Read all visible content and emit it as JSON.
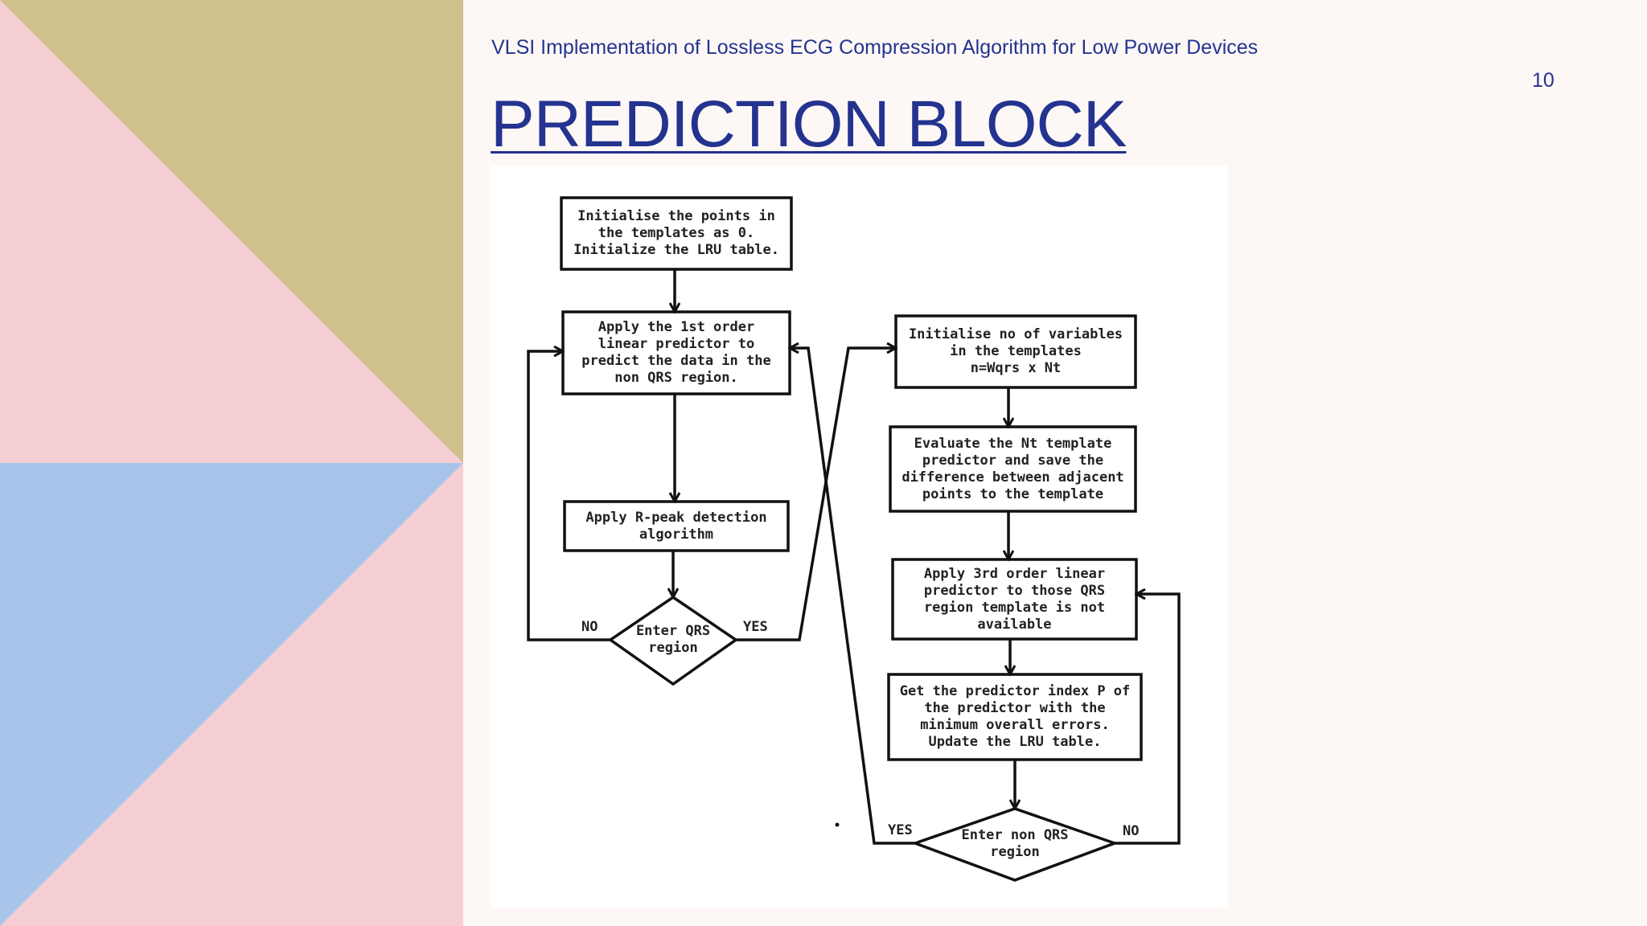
{
  "header": {
    "subtitle": "VLSI Implementation of Lossless ECG Compression Algorithm for Low Power Devices",
    "page_number": "10"
  },
  "slide": {
    "title": "PREDICTION BLOCK"
  },
  "colors": {
    "title_blue": "#24338f",
    "deco_gold": "#cfc08c",
    "deco_pink": "#f5cfd4",
    "deco_blue": "#a9c4ea",
    "background": "#fdf8f6"
  },
  "flowchart": {
    "init_box": "Initialise the points in\nthe templates as 0.\nInitialize the LRU table.",
    "first_order_box": "Apply the 1st order\nlinear predictor to\npredict the data in the\nnon QRS region.",
    "rpeak_box": "Apply R-peak detection\nalgorithm",
    "enter_qrs_diamond": "Enter QRS\nregion",
    "no_left": "NO",
    "yes_left": "YES",
    "init_vars_box": "Initialise no of variables\nin the templates\nn=Wqrs x Nt",
    "evaluate_box": "Evaluate the Nt template\npredictor and save the\ndifference between adjacent\npoints to the template",
    "third_order_box": "Apply 3rd order linear\npredictor to those QRS\nregion template is not\navailable",
    "predictor_index_box": "Get the predictor index P of\nthe predictor with the\nminimum overall errors.\nUpdate the LRU table.",
    "enter_non_qrs_diamond": "Enter non QRS\nregion",
    "yes_right": "YES",
    "no_right": "NO"
  }
}
